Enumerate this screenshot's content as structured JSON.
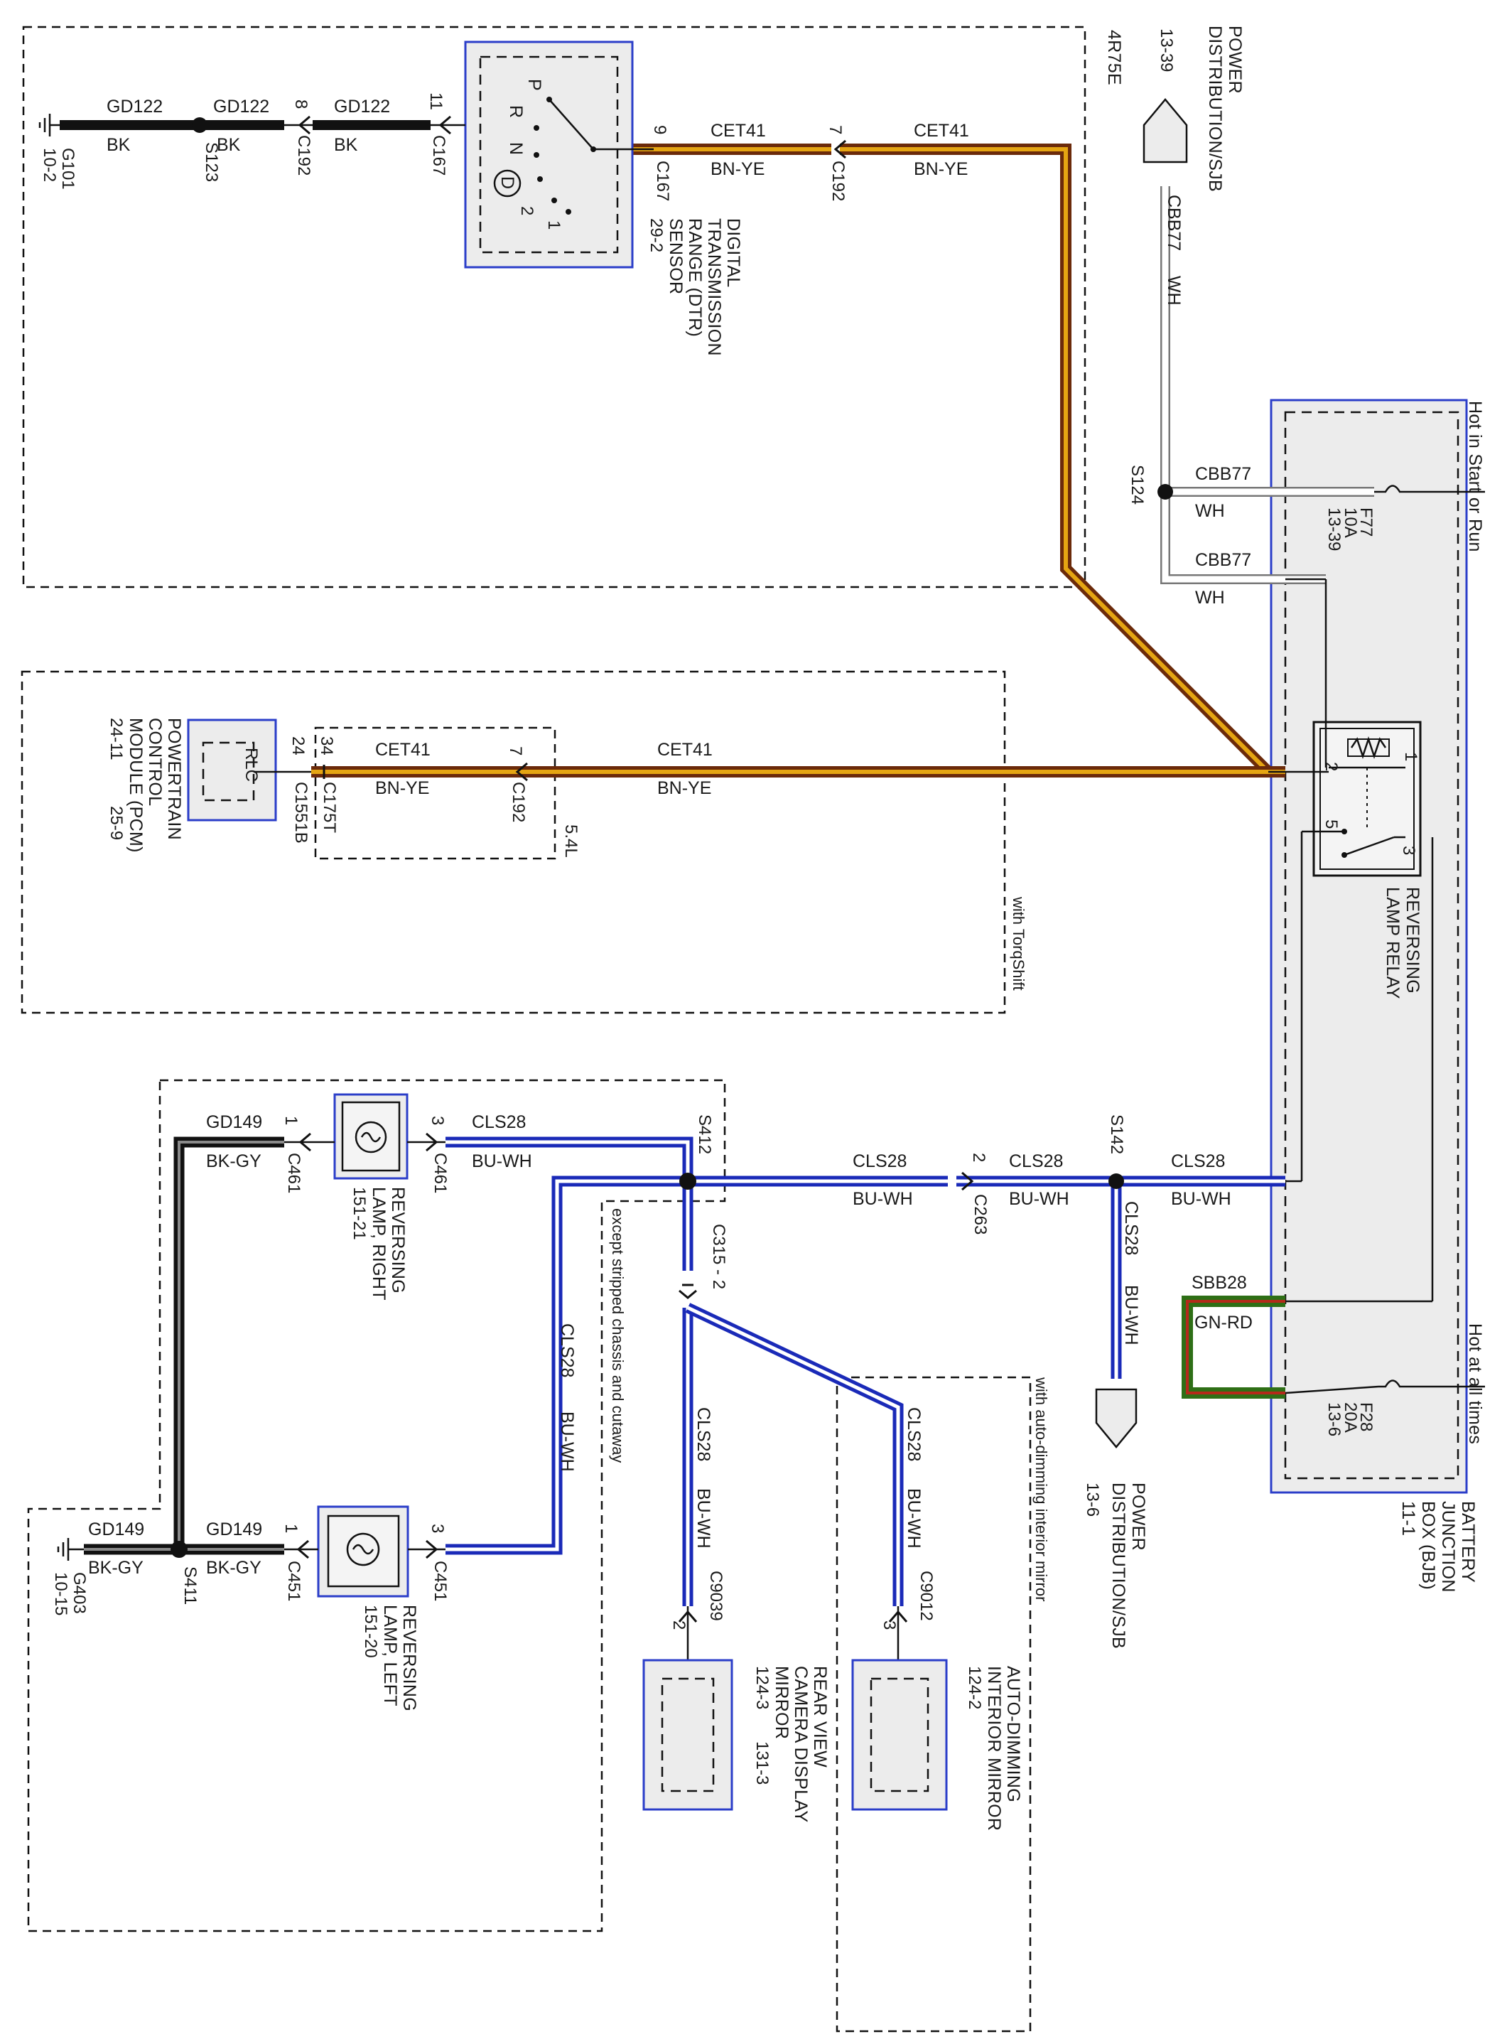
{
  "power_hot_run": "Hot in Start or Run",
  "power_hot_always": "Hot at all times",
  "bjb": {
    "line1": "BATTERY",
    "line2": "JUNCTION",
    "line3": "BOX (BJB)",
    "ref": "11-1"
  },
  "relay": {
    "line1": "REVERSING",
    "line2": "LAMP RELAY",
    "pins": [
      "1",
      "2",
      "3",
      "5"
    ]
  },
  "fuses": [
    {
      "name": "F77",
      "rating": "10A",
      "ref": "13-39"
    },
    {
      "name": "F28",
      "rating": "20A",
      "ref": "13-6"
    }
  ],
  "power_dist_top": {
    "ref": "13-39",
    "line1": "POWER",
    "line2": "DISTRIBUTION/SJB"
  },
  "power_dist_bottom": {
    "ref": "13-6",
    "line1": "POWER",
    "line2": "DISTRIBUTION/SJB"
  },
  "wire_cbb77": {
    "circuit": "CBB77",
    "color": "WH"
  },
  "splice_s124": "S124",
  "wire_sbb28": {
    "circuit": "SBB28",
    "color": "GN-RD"
  },
  "wire_cet41": {
    "circuit": "CET41",
    "color": "BN-YE"
  },
  "wire_gd122": {
    "circuit": "GD122",
    "color": "BK"
  },
  "wire_cls28": {
    "circuit": "CLS28",
    "color": "BU-WH"
  },
  "wire_gd149": {
    "circuit": "GD149",
    "color": "BK-GY"
  },
  "region_4r75e": "4R75E",
  "region_torqshift": "with TorqShift",
  "region_54l": "5.4L",
  "region_except_stripped": "except stripped chassis and cutaway",
  "region_auto_dim": "with auto-dimming interior mirror",
  "dtr": {
    "line1": "DIGITAL",
    "line2": "TRANSMISSION",
    "line3": "RANGE (DTR)",
    "line4": "SENSOR",
    "ref": "29-2",
    "gears": [
      "P",
      "R",
      "N",
      "D",
      "2",
      "1"
    ]
  },
  "dtr_connectors": {
    "c167_pin9": "9",
    "c167_name": "C167",
    "c192_pin7": "7",
    "c192_name": "C192",
    "c167_pin11": "11",
    "c192_pin8": "8"
  },
  "g101": {
    "name": "G101",
    "ref": "10-2"
  },
  "s123": "S123",
  "pcm": {
    "line1": "POWERTRAIN",
    "line2": "CONTROL",
    "line3": "MODULE (PCM)",
    "ref1": "24-11",
    "ref2": "25-9",
    "rlc": "RLC",
    "pin24": "24",
    "c1551b": "C1551B",
    "pin34": "34",
    "c175t": "C175T",
    "pin7": "7",
    "c192": "C192"
  },
  "s142": "S142",
  "c263": {
    "pin": "2",
    "name": "C263"
  },
  "s412": "S412",
  "c315": "C315 - 2",
  "lamp_right": {
    "line1": "REVERSING",
    "line2": "LAMP, RIGHT",
    "ref": "151-21",
    "pin1": "1",
    "pin3": "3",
    "conn": "C461"
  },
  "lamp_left": {
    "line1": "REVERSING",
    "line2": "LAMP, LEFT",
    "ref": "151-20",
    "pin1": "1",
    "pin3": "3",
    "conn": "C451"
  },
  "s411": "S411",
  "g403": {
    "name": "G403",
    "ref": "10-15"
  },
  "camera_mirror": {
    "line1": "REAR VIEW",
    "line2": "CAMERA DISPLAY",
    "line3": "MIRROR",
    "ref1": "124-3",
    "ref2": "131-3",
    "pin": "2",
    "conn": "C9039"
  },
  "auto_mirror": {
    "line1": "AUTO-DIMMING",
    "line2": "INTERIOR MIRROR",
    "ref": "124-2",
    "pin": "3",
    "conn": "C9012"
  }
}
